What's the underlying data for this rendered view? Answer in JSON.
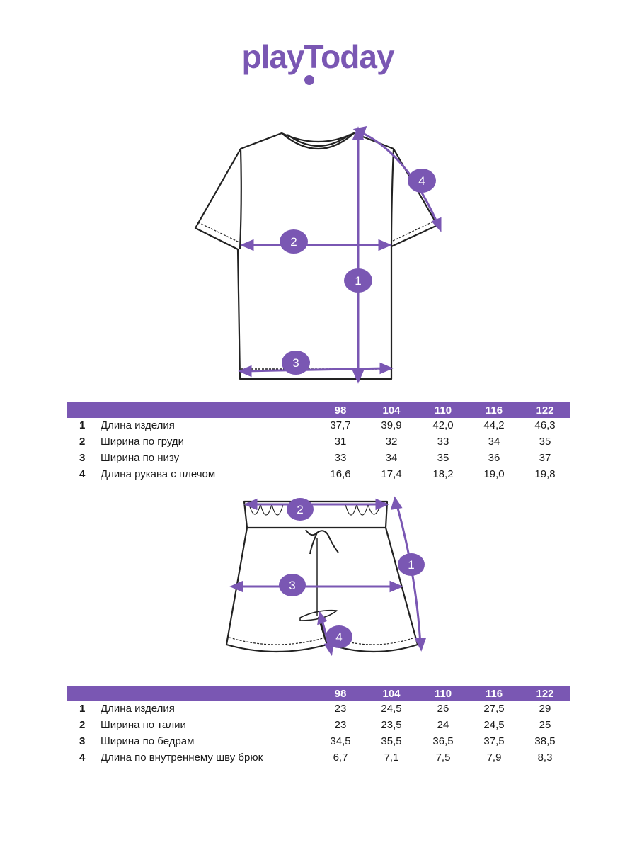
{
  "brand": {
    "logo_text": "playToday",
    "color": "#7a57b3"
  },
  "colors": {
    "accent": "#7a57b3",
    "outline": "#222222"
  },
  "tshirt": {
    "markers": [
      "1",
      "2",
      "3",
      "4"
    ],
    "table": {
      "sizes": [
        "98",
        "104",
        "110",
        "116",
        "122"
      ],
      "rows": [
        {
          "num": "1",
          "label": "Длина изделия",
          "values": [
            "37,7",
            "39,9",
            "42,0",
            "44,2",
            "46,3"
          ]
        },
        {
          "num": "2",
          "label": "Ширина по груди",
          "values": [
            "31",
            "32",
            "33",
            "34",
            "35"
          ]
        },
        {
          "num": "3",
          "label": "Ширина по низу",
          "values": [
            "33",
            "34",
            "35",
            "36",
            "37"
          ]
        },
        {
          "num": "4",
          "label": "Длина рукава с плечом",
          "values": [
            "16,6",
            "17,4",
            "18,2",
            "19,0",
            "19,8"
          ]
        }
      ]
    }
  },
  "shorts": {
    "markers": [
      "1",
      "2",
      "3",
      "4"
    ],
    "table": {
      "sizes": [
        "98",
        "104",
        "110",
        "116",
        "122"
      ],
      "rows": [
        {
          "num": "1",
          "label": "Длина изделия",
          "values": [
            "23",
            "24,5",
            "26",
            "27,5",
            "29"
          ]
        },
        {
          "num": "2",
          "label": "Ширина по талии",
          "values": [
            "23",
            "23,5",
            "24",
            "24,5",
            "25"
          ]
        },
        {
          "num": "3",
          "label": "Ширина по бедрам",
          "values": [
            "34,5",
            "35,5",
            "36,5",
            "37,5",
            "38,5"
          ]
        },
        {
          "num": "4",
          "label": "Длина по внутреннему шву брюк",
          "values": [
            "6,7",
            "7,1",
            "7,5",
            "7,9",
            "8,3"
          ]
        }
      ]
    }
  }
}
